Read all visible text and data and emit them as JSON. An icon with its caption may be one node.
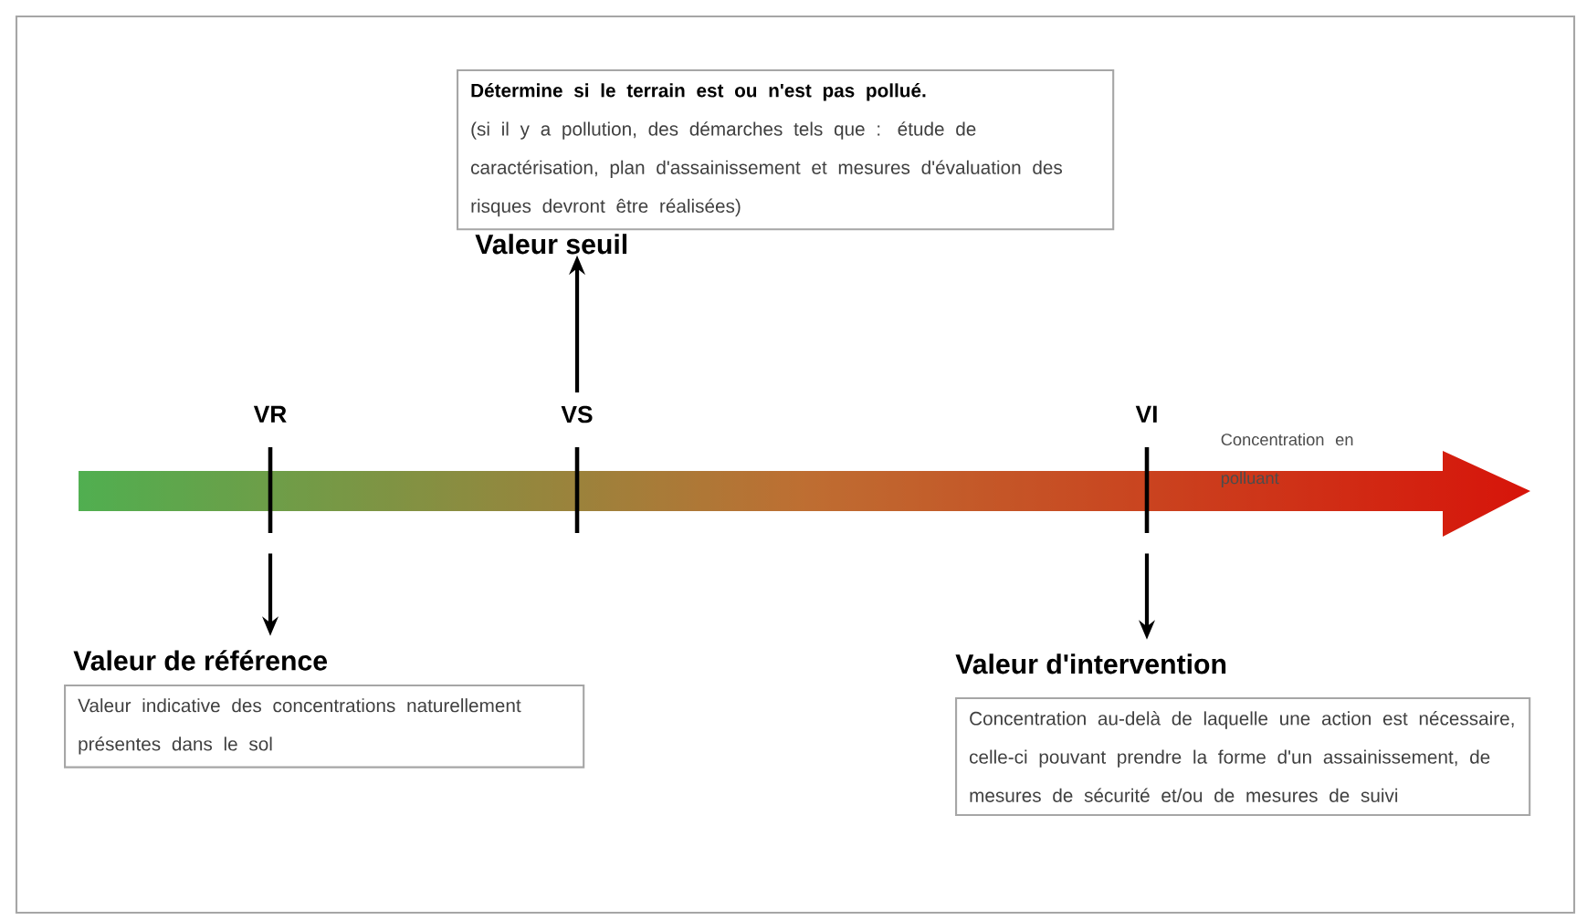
{
  "diagram": {
    "nodes": [
      {
        "text": [
          "VR"
        ]
      },
      {
        "text": [
          "VS"
        ]
      },
      {
        "text": [
          "VI"
        ]
      },
      {
        "text": [
          "Valeur de référence",
          "Valeur indicative des concentrations naturellement présentes dans le sol"
        ]
      },
      {
        "text": [
          "Détermine si le terrain est ou n'est pas pollué.",
          "(si il y a pollution, des démarches tels que : étude de caractérisation, plan d'assainissement et mesures d'évaluation des risques devront être réalisées)",
          "Valeur seuil"
        ]
      },
      {
        "text": [
          "Valeur d'intervention",
          "Concentration au-delà de laquelle une action est nécessaire, celle-ci pouvant prendre la forme d'un assainissement, de mesures de sécurité et/ou de mesures de suivi"
        ]
      }
    ],
    "edges": [
      {
        "from": 0,
        "to": 3,
        "arrow": "to"
      },
      {
        "from": 1,
        "to": 4,
        "arrow": "to"
      },
      {
        "from": 2,
        "to": 5,
        "arrow": "to"
      }
    ],
    "labels": [
      "Concentration en polluant"
    ]
  }
}
